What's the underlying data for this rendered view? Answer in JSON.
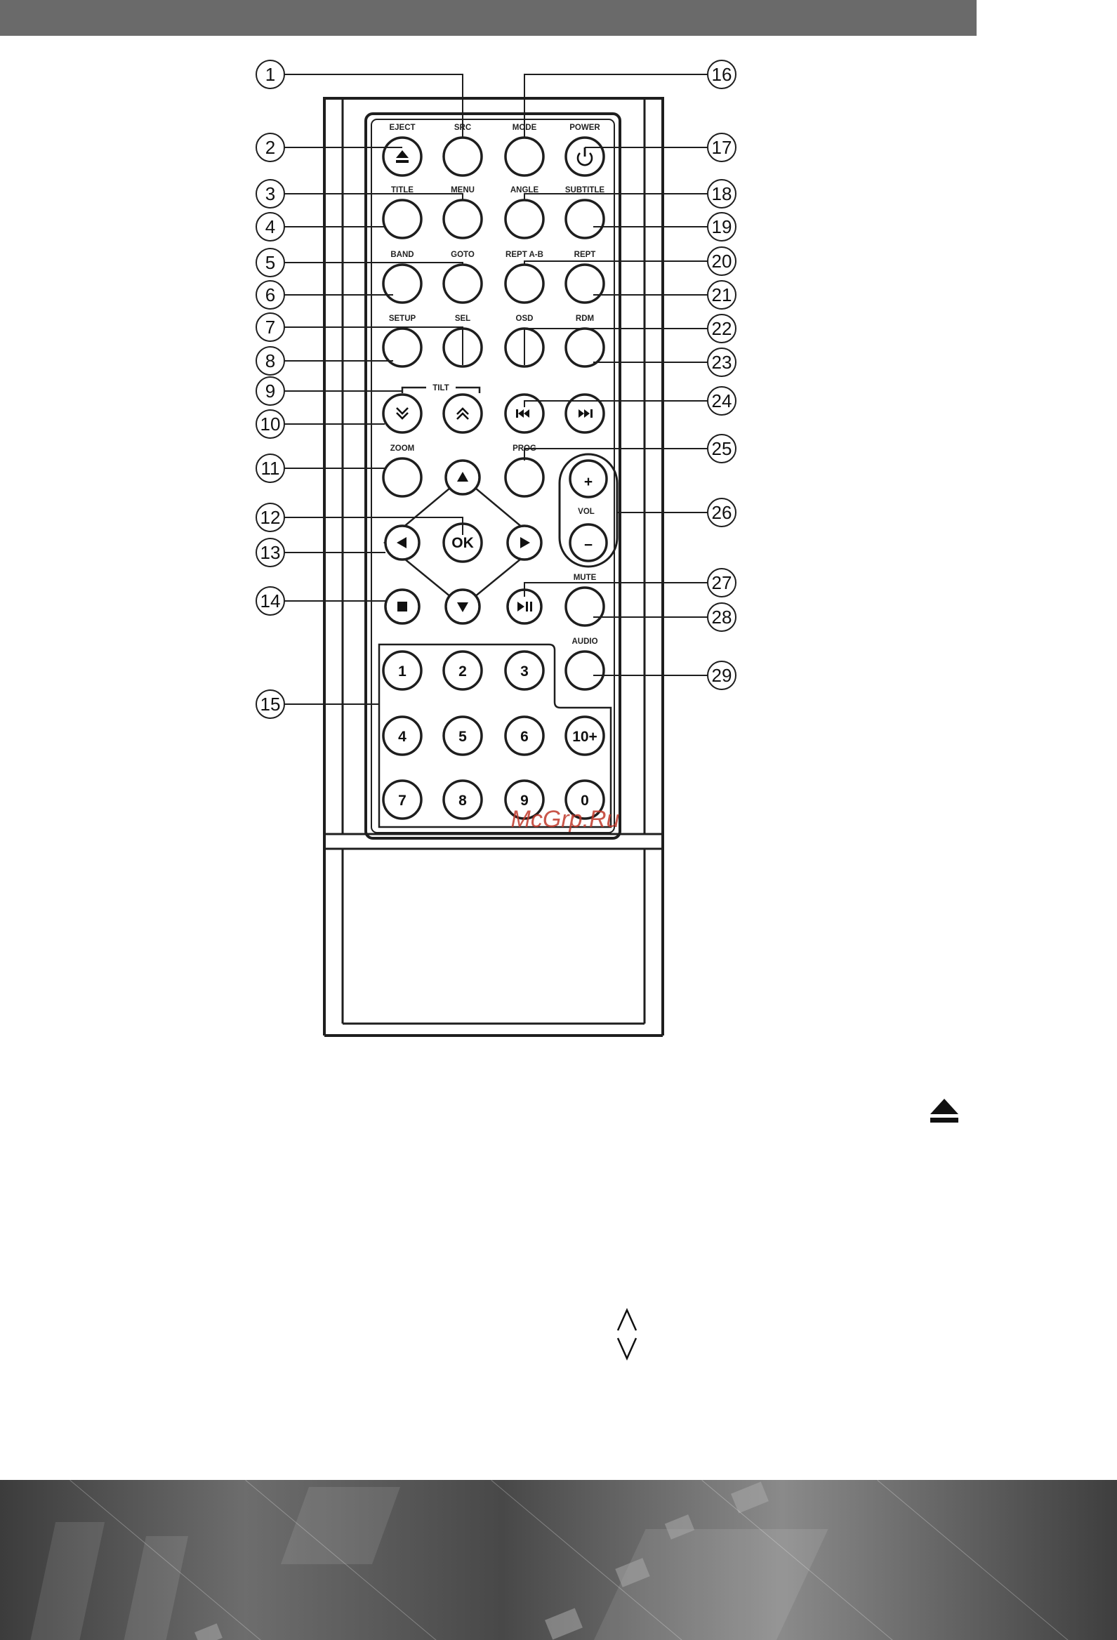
{
  "buttons": {
    "eject": "EJECT",
    "src": "SRC",
    "mode": "MODE",
    "power": "POWER",
    "title": "TITLE",
    "menu": "MENU",
    "angle": "ANGLE",
    "subtitle": "SUBTITLE",
    "band": "BAND",
    "goto": "GOTO",
    "rept_ab": "REPT A-B",
    "rept": "REPT",
    "setup": "SETUP",
    "sel": "SEL",
    "osd": "OSD",
    "rdm": "RDM",
    "tilt": "TILT",
    "zoom": "ZOOM",
    "prog": "PROG",
    "vol": "VOL",
    "vol_plus": "+",
    "vol_minus": "−",
    "ok": "OK",
    "mute": "MUTE",
    "audio": "AUDIO"
  },
  "keypad": [
    "1",
    "2",
    "3",
    "4",
    "5",
    "6",
    "10+",
    "7",
    "8",
    "9",
    "0"
  ],
  "callouts": [
    "1",
    "2",
    "3",
    "4",
    "5",
    "6",
    "7",
    "8",
    "9",
    "10",
    "11",
    "12",
    "13",
    "14",
    "15",
    "16",
    "17",
    "18",
    "19",
    "20",
    "21",
    "22",
    "23",
    "24",
    "25",
    "26",
    "27",
    "28",
    "29"
  ],
  "watermark": "McGrp.Ru",
  "icons": {
    "page_eject_symbol": "eject-icon",
    "page_up_down_symbol": "up-down-arrows-icon"
  },
  "colors": {
    "header_bar": "#6a6a6a",
    "ink": "#222222",
    "watermark": "#c0392b"
  }
}
